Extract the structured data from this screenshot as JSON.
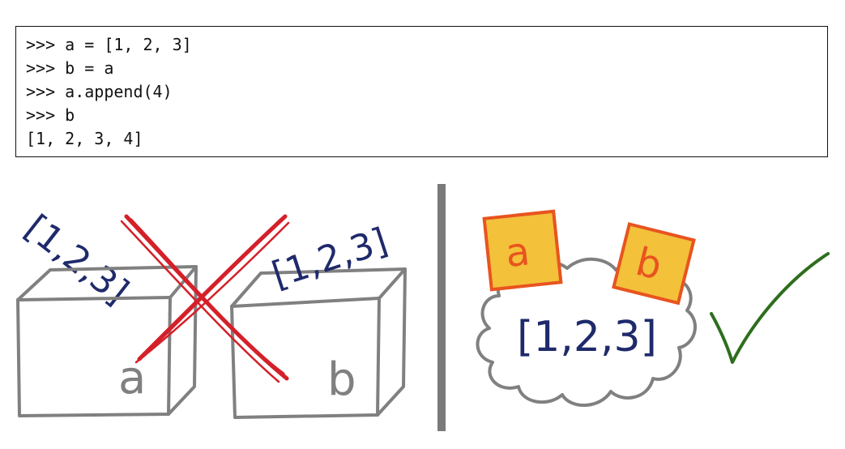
{
  "code": {
    "lines": [
      ">>> a = [1, 2, 3]",
      ">>> b = a",
      ">>> a.append(4)",
      ">>> b",
      "[1, 2, 3, 4]"
    ]
  },
  "left_panel": {
    "list_text_a": "[1,2,3]",
    "list_text_b": "[1,2,3]",
    "box_a_label": "a",
    "box_b_label": "b",
    "verdict_mark": "x-cross"
  },
  "right_panel": {
    "tag_a_label": "a",
    "tag_b_label": "b",
    "cloud_text": "[1,2,3]",
    "verdict_mark": "check"
  },
  "colors": {
    "box_stroke": "#808080",
    "list_ink": "#1f2a6b",
    "cross_red": "#d42029",
    "tag_fill": "#f3c13a",
    "tag_stroke": "#e8541f",
    "tag_text": "#e8541f",
    "check_green": "#2e6e1e",
    "divider": "#7a7a7a"
  }
}
